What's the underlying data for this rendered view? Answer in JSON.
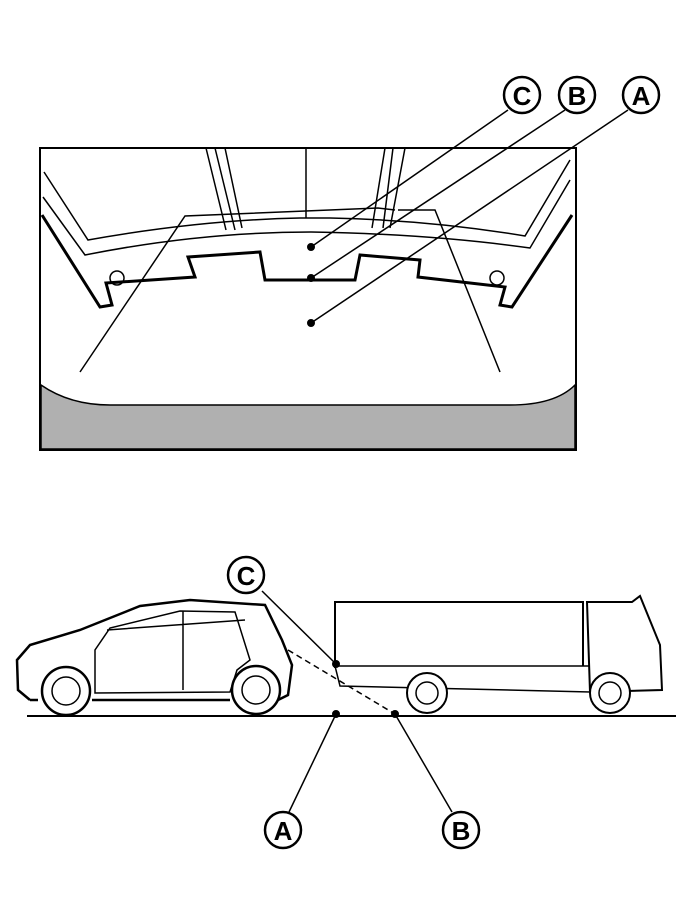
{
  "labels": {
    "a": "A",
    "b": "B",
    "c": "C"
  },
  "colors": {
    "ink": "#000000",
    "ground_band": "#b0b0b0"
  }
}
